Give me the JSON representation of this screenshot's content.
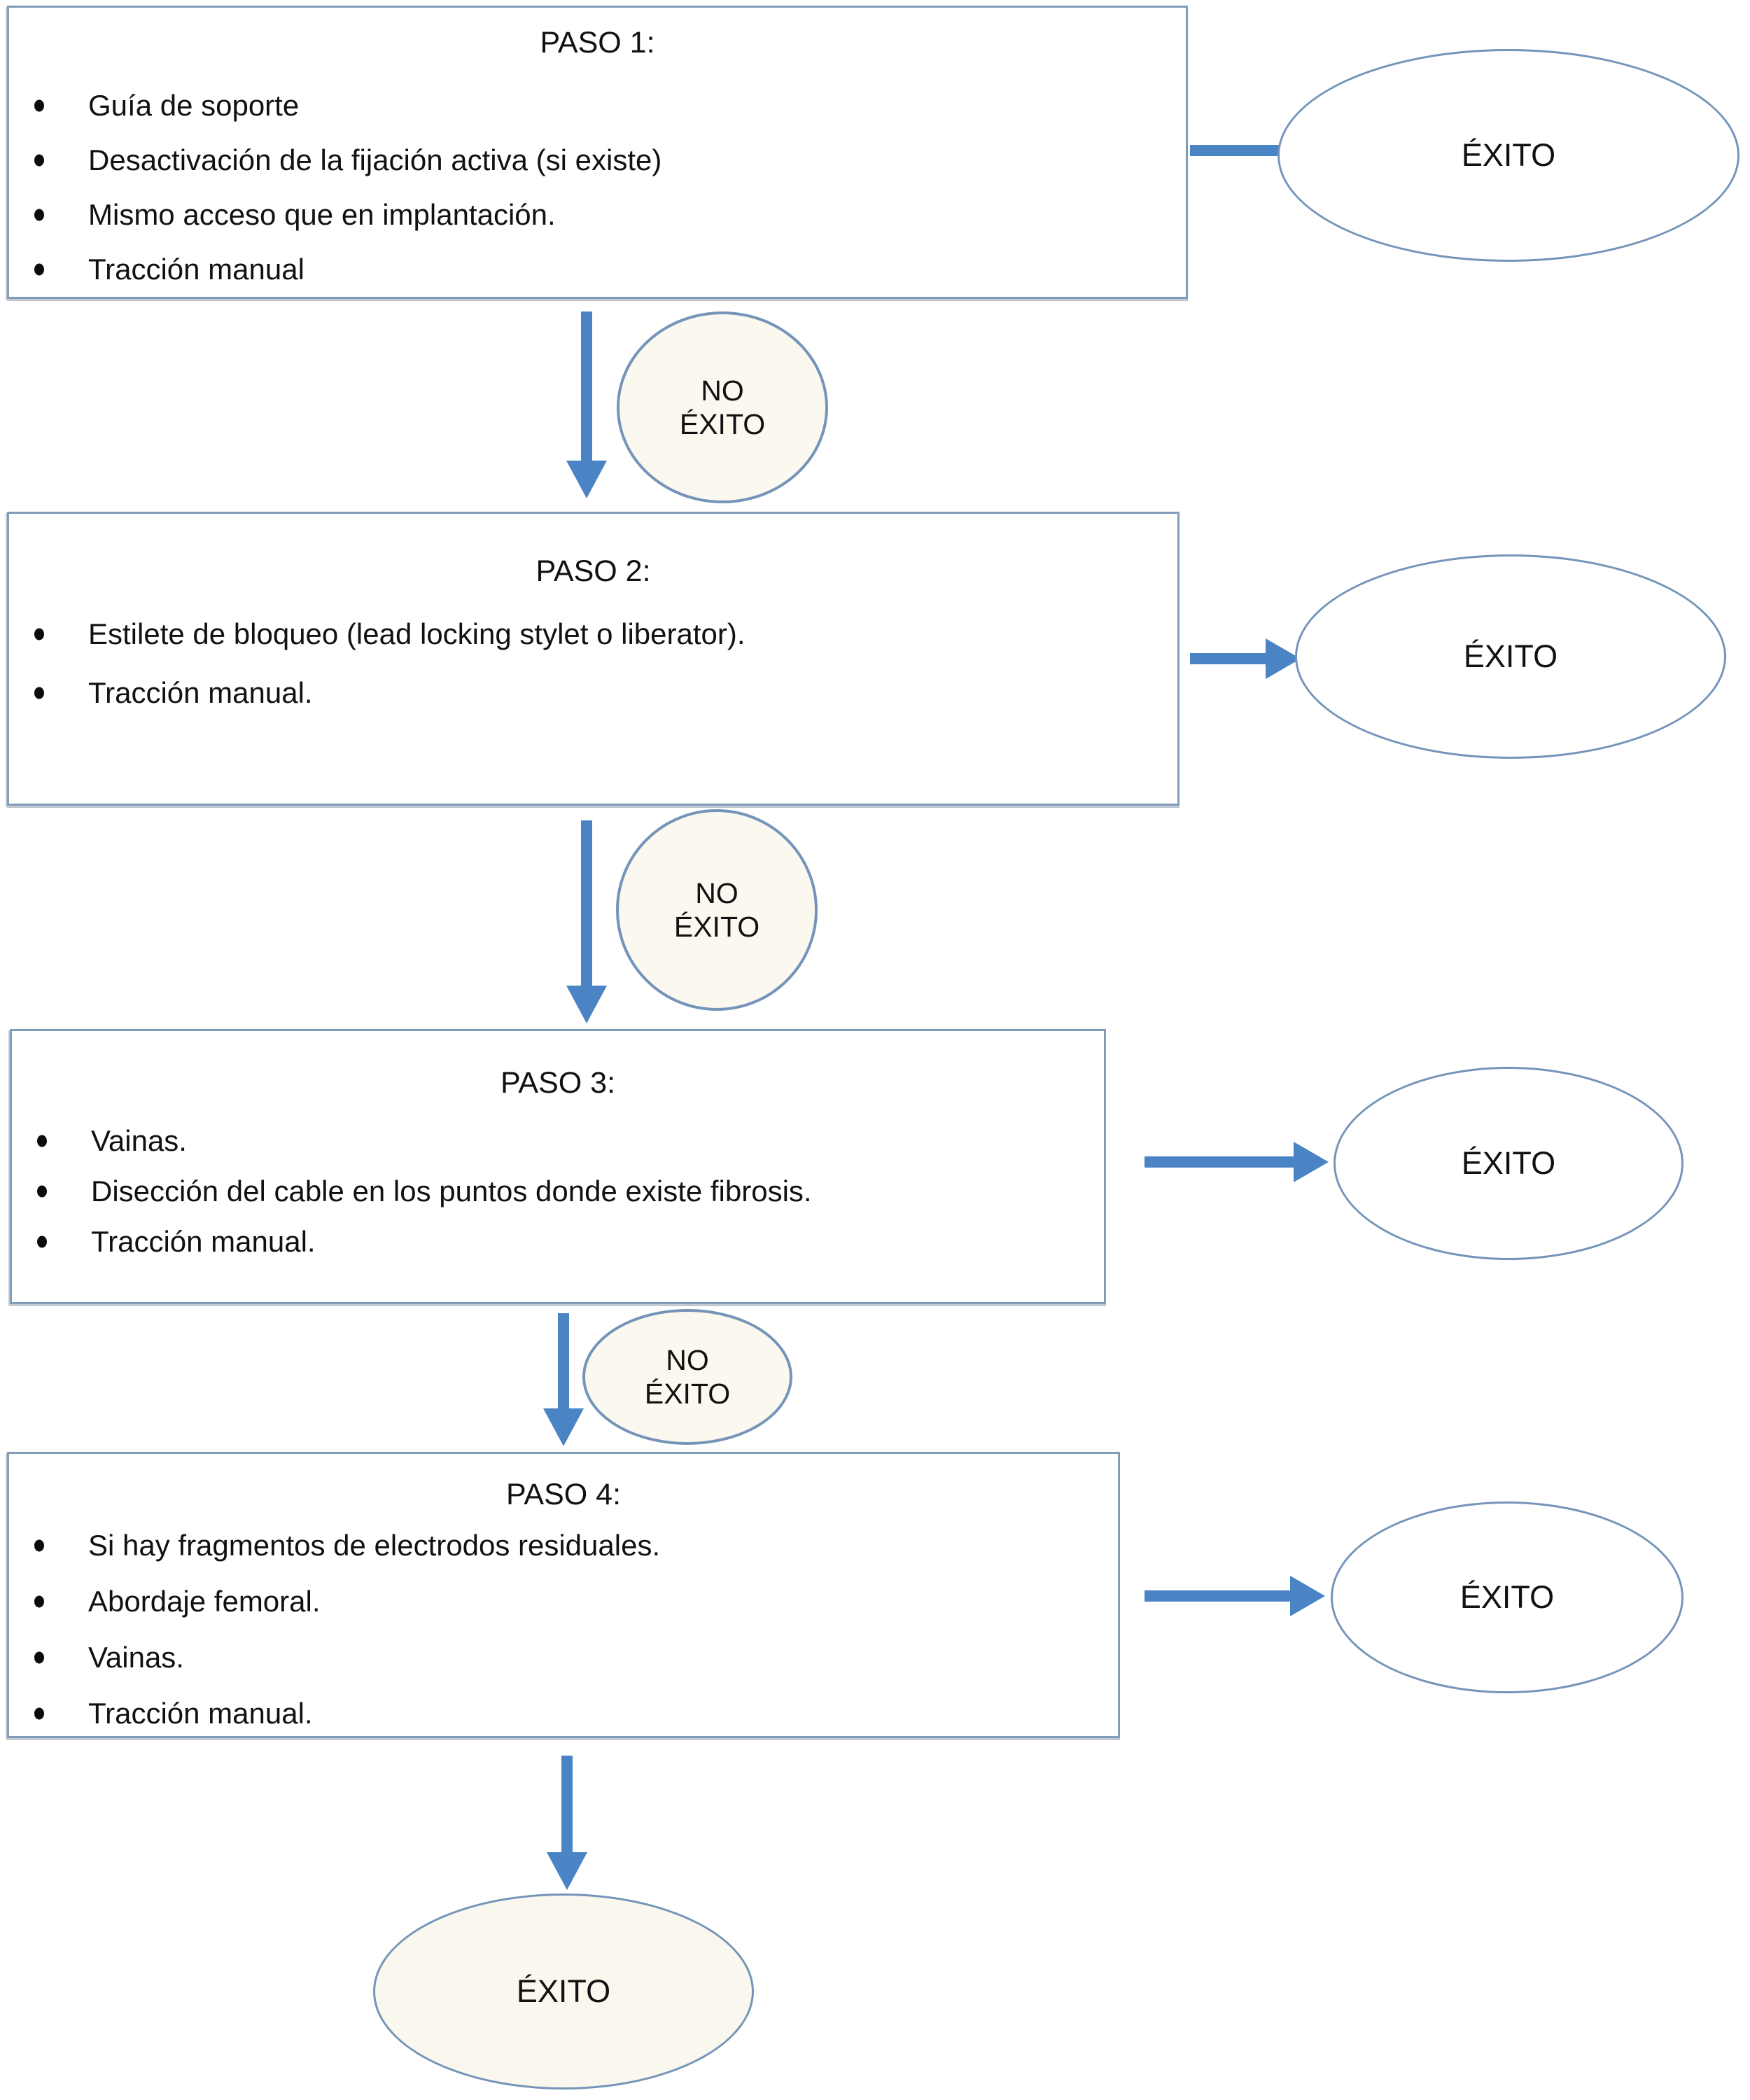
{
  "colors": {
    "arrow": "#4a84c4",
    "box_border": "#7f9db9",
    "ellipse_border": "#7494b9",
    "fail_fill": "#fbf8ef",
    "success_fill": "#ffffff",
    "final_fill": "#faf7ee",
    "text": "#111111"
  },
  "flowchart": {
    "steps": [
      {
        "title": "PASO 1:",
        "bullets": [
          "Guía de soporte",
          "Desactivación de la fijación activa (si existe)",
          "Mismo acceso que en implantación.",
          "Tracción manual"
        ],
        "success_label": "ÉXITO",
        "fail_label_line1": "NO",
        "fail_label_line2": "ÉXITO"
      },
      {
        "title": "PASO 2:",
        "bullets": [
          "Estilete de bloqueo (lead locking stylet o liberator).",
          "Tracción manual."
        ],
        "success_label": "ÉXITO",
        "fail_label_line1": "NO",
        "fail_label_line2": "ÉXITO"
      },
      {
        "title": "PASO 3:",
        "bullets": [
          "Vainas.",
          "Disección del cable en los puntos donde existe fibrosis.",
          "Tracción manual."
        ],
        "success_label": "ÉXITO",
        "fail_label_line1": "NO",
        "fail_label_line2": "ÉXITO"
      },
      {
        "title": "PASO 4:",
        "bullets": [
          "Si hay fragmentos de electrodos residuales.",
          "Abordaje femoral.",
          "Vainas.",
          "Tracción manual."
        ],
        "success_label": "ÉXITO"
      }
    ],
    "final_success_label": "ÉXITO"
  }
}
